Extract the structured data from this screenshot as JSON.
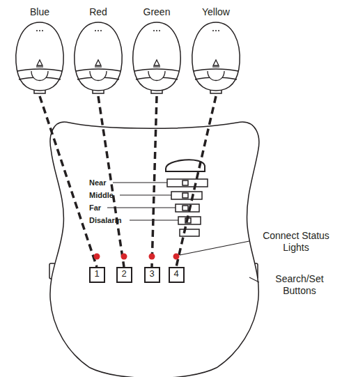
{
  "diagram": {
    "nodes": [
      {
        "text": [
          "Blue"
        ]
      },
      {
        "text": [
          "Red"
        ]
      },
      {
        "text": [
          "Green"
        ]
      },
      {
        "text": [
          "Yellow"
        ]
      },
      {
        "text": [
          "1"
        ]
      },
      {
        "text": [
          "2"
        ]
      },
      {
        "text": [
          "3"
        ]
      },
      {
        "text": [
          "4"
        ]
      }
    ],
    "edges": [
      {
        "from": 0,
        "to": 4,
        "arrow": "none"
      },
      {
        "from": 1,
        "to": 5,
        "arrow": "none"
      },
      {
        "from": 2,
        "to": 6,
        "arrow": "none"
      },
      {
        "from": 3,
        "to": 7,
        "arrow": "none"
      }
    ],
    "labels": [
      "Near",
      "Middle",
      "Far",
      "Disalarm",
      "Connect Status Lights",
      "Search/Set Buttons"
    ]
  }
}
